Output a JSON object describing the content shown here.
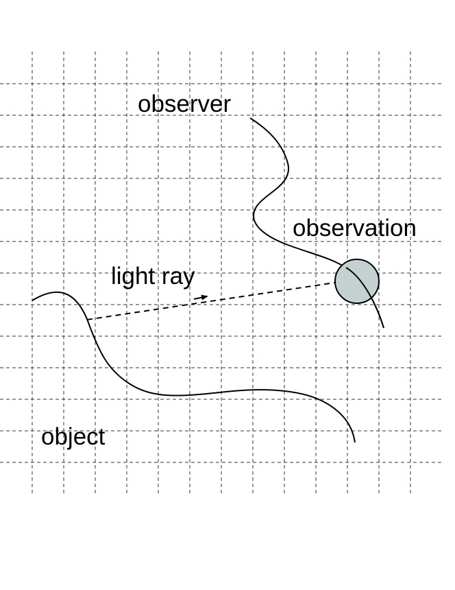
{
  "labels": {
    "observer": "observer",
    "observation": "observation",
    "light_ray": "light ray",
    "object": "object"
  },
  "colors": {
    "background": "#ffffff",
    "line": "#000000",
    "grid": "#333333",
    "observation_fill": "#c5d0d0"
  }
}
